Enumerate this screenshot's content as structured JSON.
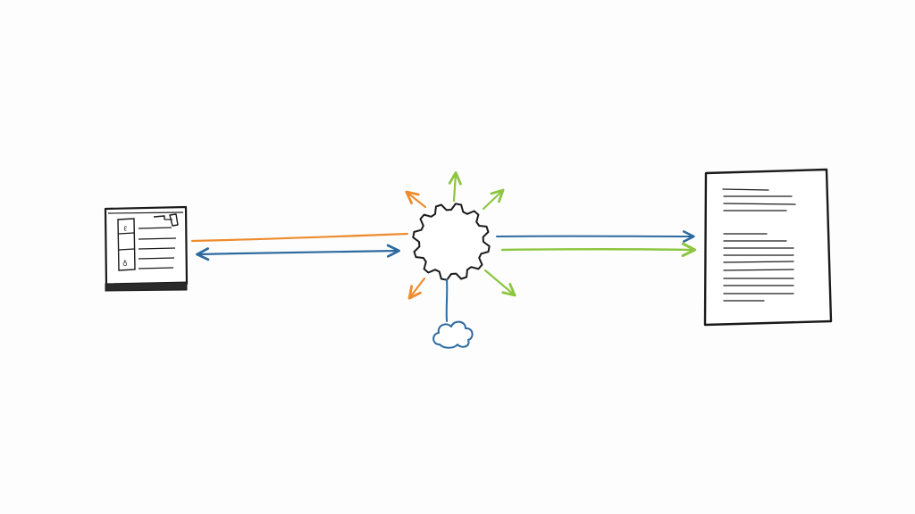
{
  "diagram": {
    "style": "hand-drawn sketch",
    "nodes": [
      {
        "id": "source-form",
        "icon": "form-document-icon",
        "glyphs": [
          "ℓ",
          "♁"
        ]
      },
      {
        "id": "processor",
        "icon": "gear-icon"
      },
      {
        "id": "storage",
        "icon": "cloud-icon"
      },
      {
        "id": "output-document",
        "icon": "document-icon"
      }
    ],
    "edges": [
      {
        "from": "source-form",
        "to": "processor",
        "color": "orange",
        "arrow": "none"
      },
      {
        "from": "source-form",
        "to": "processor",
        "color": "blue",
        "arrow": "both"
      },
      {
        "from": "processor",
        "to": "output-document",
        "color": "blue",
        "arrow": "end"
      },
      {
        "from": "processor",
        "to": "output-document",
        "color": "green",
        "arrow": "end"
      },
      {
        "from": "processor",
        "to": "storage",
        "color": "blue",
        "arrow": "none"
      }
    ],
    "radiating_arrows": [
      "orange",
      "green",
      "green",
      "orange",
      "green"
    ]
  },
  "colors": {
    "ink": "#1a1a1a",
    "orange": "#ee8b2d",
    "blue": "#2d6a9f",
    "green": "#8cc63f",
    "background": "#fdfdfd"
  }
}
